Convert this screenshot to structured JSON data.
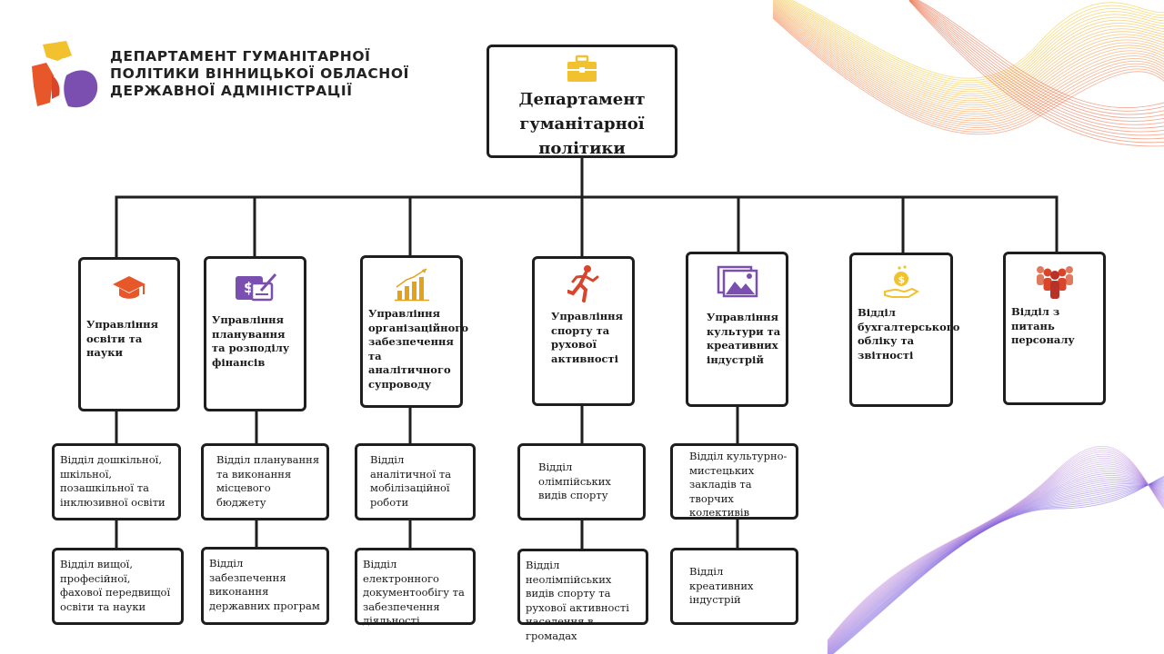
{
  "header": {
    "org_name_line1": "ДЕПАРТАМЕНТ ГУМАНІТАРНОЇ",
    "org_name_line2": "ПОЛІТИКИ ВІННИЦЬКОЇ ОБЛАСНОЇ",
    "org_name_line3": "ДЕРЖАВНОЇ АДМІНІСТРАЦІЇ"
  },
  "root": {
    "title": "Департамент гуманітарної політики",
    "icon": "briefcase-icon"
  },
  "departments": [
    {
      "label": "Управління освіти та науки",
      "icon": "graduation-cap-icon"
    },
    {
      "label": "Управління планування та розподілу фінансів",
      "icon": "check-payment-icon"
    },
    {
      "label": "Управління організаційного забезпечення та аналітичного супроводу",
      "icon": "growth-chart-icon"
    },
    {
      "label": "Управління спорту та рухової активності",
      "icon": "runner-icon"
    },
    {
      "label": "Управління культури та креативних індустрій",
      "icon": "picture-gallery-icon"
    },
    {
      "label": "Відділ бухгалтерського обліку та звітності",
      "icon": "money-hand-icon"
    },
    {
      "label": "Відділ з питань персоналу",
      "icon": "people-group-icon"
    }
  ],
  "subunits": [
    {
      "label": "Відділ дошкільної, шкільної, позашкільної та інклюзивної освіти"
    },
    {
      "label": "Відділ вищої, професійної, фахової передвищої освіти та науки"
    },
    {
      "label": "Відділ планування та виконання місцевого бюджету"
    },
    {
      "label": "Відділ забезпечення виконання державних програм"
    },
    {
      "label": "Відділ аналітичної та мобілізаційної роботи"
    },
    {
      "label": "Відділ електронного документообігу та забезпечення діяльності"
    },
    {
      "label": "Відділ олімпійських видів спорту"
    },
    {
      "label": "Відділ неолімпійських видів спорту та рухової активності населення в громадах"
    },
    {
      "label": "Відділ культурно-мистецьких закладів та творчих колективів"
    },
    {
      "label": "Відділ креативних індустрій"
    }
  ],
  "colors": {
    "line": "#1e1e1e",
    "accent_orange": "#e8572a",
    "accent_yellow": "#f2c12e",
    "accent_purple": "#7b4fb0",
    "accent_red": "#d9452b"
  }
}
